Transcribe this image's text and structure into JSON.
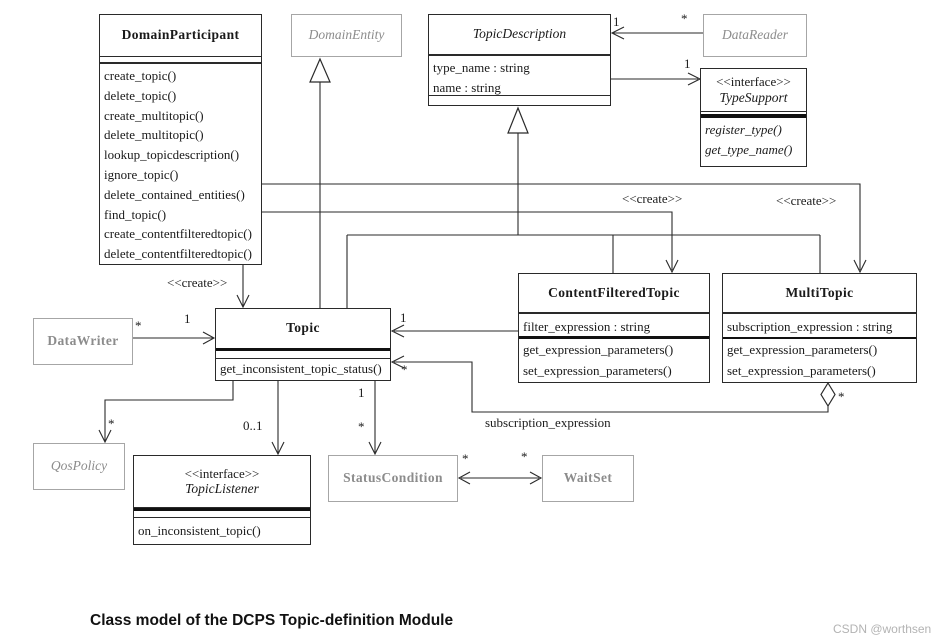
{
  "diagram": {
    "caption": "Class model of the DCPS Topic-definition Module",
    "watermark": "CSDN @worthsen"
  },
  "colors": {
    "line": "#2a2a2a",
    "main_text": "#1a1a1a",
    "gray_box_border": "#a6a6a6",
    "gray_box_text": "#8c8c8c",
    "watermark": "#b3b3b3",
    "background": "#ffffff"
  },
  "classes": {
    "domain_participant": {
      "name": "DomainParticipant",
      "methods": [
        "create_topic()",
        "delete_topic()",
        "create_multitopic()",
        "delete_multitopic()",
        "lookup_topicdescription()",
        "ignore_topic()",
        "delete_contained_entities()",
        "find_topic()",
        "create_contentfilteredtopic()",
        "delete_contentfilteredtopic()"
      ]
    },
    "domain_entity": {
      "name": "DomainEntity"
    },
    "topic_description": {
      "name": "TopicDescription",
      "attributes": [
        "type_name : string",
        "name : string"
      ]
    },
    "data_reader": {
      "name": "DataReader"
    },
    "type_support": {
      "stereotype": "<<interface>>",
      "name": "TypeSupport",
      "methods": [
        "register_type()",
        "get_type_name()"
      ]
    },
    "content_filtered_topic": {
      "name": "ContentFilteredTopic",
      "attributes": [
        "filter_expression : string"
      ],
      "methods": [
        "get_expression_parameters()",
        "set_expression_parameters()"
      ]
    },
    "multi_topic": {
      "name": "MultiTopic",
      "attributes": [
        "subscription_expression : string"
      ],
      "methods": [
        "get_expression_parameters()",
        "set_expression_parameters()"
      ]
    },
    "topic": {
      "name": "Topic",
      "methods": [
        "get_inconsistent_topic_status()"
      ]
    },
    "data_writer": {
      "name": "DataWriter"
    },
    "qos_policy": {
      "name": "QosPolicy"
    },
    "topic_listener": {
      "stereotype": "<<interface>>",
      "name": "TopicListener",
      "methods": [
        "on_inconsistent_topic()"
      ]
    },
    "status_condition": {
      "name": "StatusCondition"
    },
    "wait_set": {
      "name": "WaitSet"
    }
  },
  "labels": {
    "create_stereotype": "<<create>>",
    "mult_one": "1",
    "mult_many": "*",
    "mult_zero_one": "0..1",
    "subscription_expression": "subscription_expression"
  }
}
